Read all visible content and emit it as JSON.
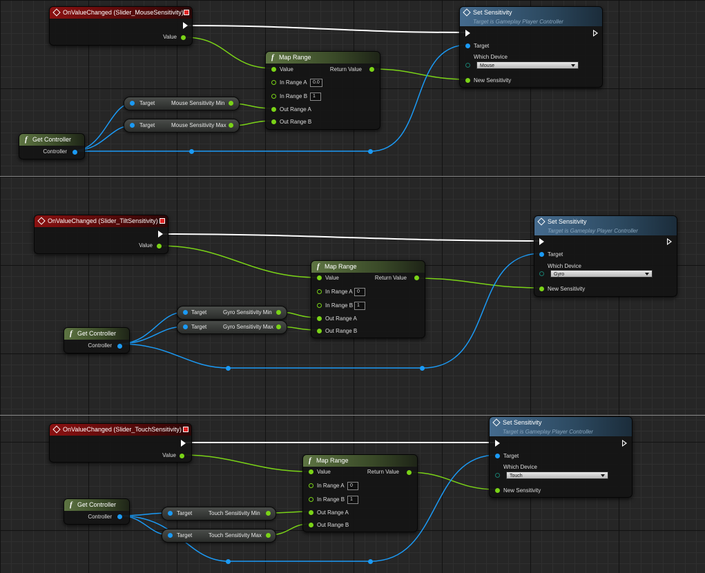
{
  "groups": [
    {
      "event": {
        "title": "OnValueChanged (Slider_MouseSensitivity)",
        "value_label": "Value"
      },
      "get_controller": {
        "title": "Get Controller",
        "output_label": "Controller"
      },
      "min_getter": {
        "target_label": "Target",
        "name": "Mouse Sensitivity Min"
      },
      "max_getter": {
        "target_label": "Target",
        "name": "Mouse Sensitivity Max"
      },
      "map_range": {
        "title": "Map Range",
        "value_label": "Value",
        "return_label": "Return Value",
        "in_a_label": "In Range A",
        "in_a_value": "0.0",
        "in_b_label": "In Range B",
        "in_b_value": "1",
        "out_a_label": "Out Range A",
        "out_b_label": "Out Range B"
      },
      "set_sensitivity": {
        "title": "Set Sensitivity",
        "subtitle": "Target is Gameplay Player Controller",
        "target_label": "Target",
        "device_label": "Which Device",
        "device_value": "Mouse",
        "new_sens_label": "New Sensitivity"
      }
    },
    {
      "event": {
        "title": "OnValueChanged (Slider_TiltSensitivity)",
        "value_label": "Value"
      },
      "get_controller": {
        "title": "Get Controller",
        "output_label": "Controller"
      },
      "min_getter": {
        "target_label": "Target",
        "name": "Gyro Sensitivity Min"
      },
      "max_getter": {
        "target_label": "Target",
        "name": "Gyro Sensitivity Max"
      },
      "map_range": {
        "title": "Map Range",
        "value_label": "Value",
        "return_label": "Return Value",
        "in_a_label": "In Range A",
        "in_a_value": "0",
        "in_b_label": "In Range B",
        "in_b_value": "1",
        "out_a_label": "Out Range A",
        "out_b_label": "Out Range B"
      },
      "set_sensitivity": {
        "title": "Set Sensitivity",
        "subtitle": "Target is Gameplay Player Controller",
        "target_label": "Target",
        "device_label": "Which Device",
        "device_value": "Gyro",
        "new_sens_label": "New Sensitivity"
      }
    },
    {
      "event": {
        "title": "OnValueChanged (Slider_TouchSensitivity)",
        "value_label": "Value"
      },
      "get_controller": {
        "title": "Get Controller",
        "output_label": "Controller"
      },
      "min_getter": {
        "target_label": "Target",
        "name": "Touch Sensitivity Min"
      },
      "max_getter": {
        "target_label": "Target",
        "name": "Touch Sensitivity Max"
      },
      "map_range": {
        "title": "Map Range",
        "value_label": "Value",
        "return_label": "Return Value",
        "in_a_label": "In Range A",
        "in_a_value": "0",
        "in_b_label": "In Range B",
        "in_b_value": "1",
        "out_a_label": "Out Range A",
        "out_b_label": "Out Range B"
      },
      "set_sensitivity": {
        "title": "Set Sensitivity",
        "subtitle": "Target is Gameplay Player Controller",
        "target_label": "Target",
        "device_label": "Which Device",
        "device_value": "Touch",
        "new_sens_label": "New Sensitivity"
      }
    }
  ],
  "colors": {
    "exec_wire": "#ffffff",
    "float_wire": "#7ad317",
    "object_wire": "#1b9af5",
    "event_header": "#8a1111",
    "function_header": "#5d7442",
    "target_function_header": "#456b8e"
  },
  "icons": {
    "event": "event-diamond-icon",
    "function": "function-f-icon",
    "delegate": "delegate-square-icon",
    "exec": "exec-arrow-icon"
  }
}
